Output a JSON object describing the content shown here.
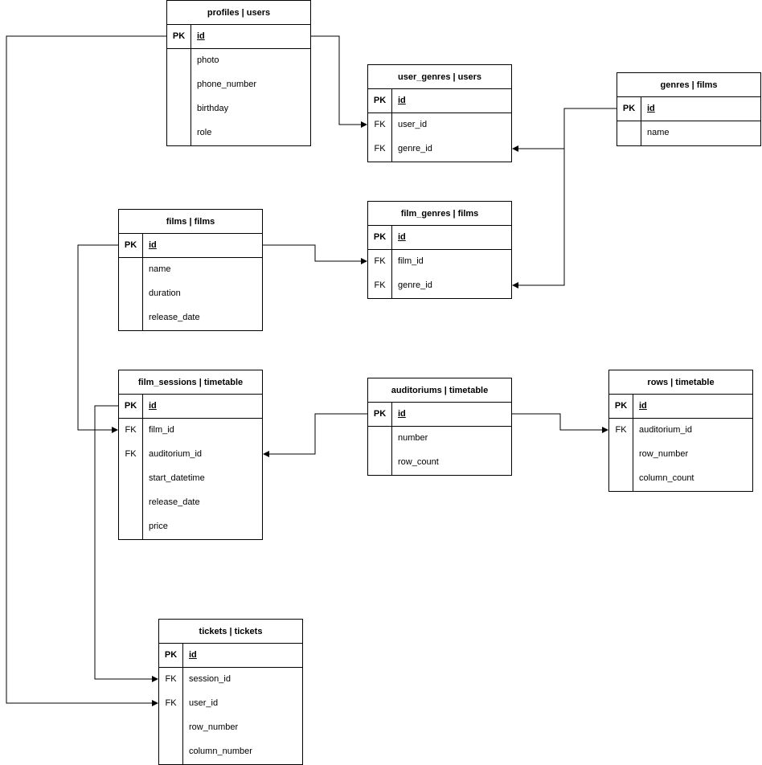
{
  "entities": [
    {
      "name": "profiles | users",
      "pk": "id",
      "fields": [
        {
          "key": "",
          "name": "photo"
        },
        {
          "key": "",
          "name": "phone_number"
        },
        {
          "key": "",
          "name": "birthday"
        },
        {
          "key": "",
          "name": "role"
        }
      ]
    },
    {
      "name": "user_genres | users",
      "pk": "id",
      "fields": [
        {
          "key": "FK",
          "name": "user_id"
        },
        {
          "key": "FK",
          "name": "genre_id"
        }
      ]
    },
    {
      "name": "genres | films",
      "pk": "id",
      "fields": [
        {
          "key": "",
          "name": "name"
        }
      ]
    },
    {
      "name": "films | films",
      "pk": "id",
      "fields": [
        {
          "key": "",
          "name": "name"
        },
        {
          "key": "",
          "name": "duration"
        },
        {
          "key": "",
          "name": "release_date"
        }
      ]
    },
    {
      "name": "film_genres | films",
      "pk": "id",
      "fields": [
        {
          "key": "FK",
          "name": "film_id"
        },
        {
          "key": "FK",
          "name": "genre_id"
        }
      ]
    },
    {
      "name": "film_sessions | timetable",
      "pk": "id",
      "fields": [
        {
          "key": "FK",
          "name": "film_id"
        },
        {
          "key": "FK",
          "name": "auditorium_id"
        },
        {
          "key": "",
          "name": "start_datetime"
        },
        {
          "key": "",
          "name": "release_date"
        },
        {
          "key": "",
          "name": "price"
        }
      ]
    },
    {
      "name": "auditoriums | timetable",
      "pk": "id",
      "fields": [
        {
          "key": "",
          "name": "number"
        },
        {
          "key": "",
          "name": "row_count"
        }
      ]
    },
    {
      "name": "rows | timetable",
      "pk": "id",
      "fields": [
        {
          "key": "FK",
          "name": "auditorium_id"
        },
        {
          "key": "",
          "name": "row_number"
        },
        {
          "key": "",
          "name": "column_count"
        }
      ]
    },
    {
      "name": "tickets | tickets",
      "pk": "id",
      "fields": [
        {
          "key": "FK",
          "name": "session_id"
        },
        {
          "key": "FK",
          "name": "user_id"
        },
        {
          "key": "",
          "name": "row_number"
        },
        {
          "key": "",
          "name": "column_number"
        }
      ]
    }
  ],
  "pk_label": "PK"
}
